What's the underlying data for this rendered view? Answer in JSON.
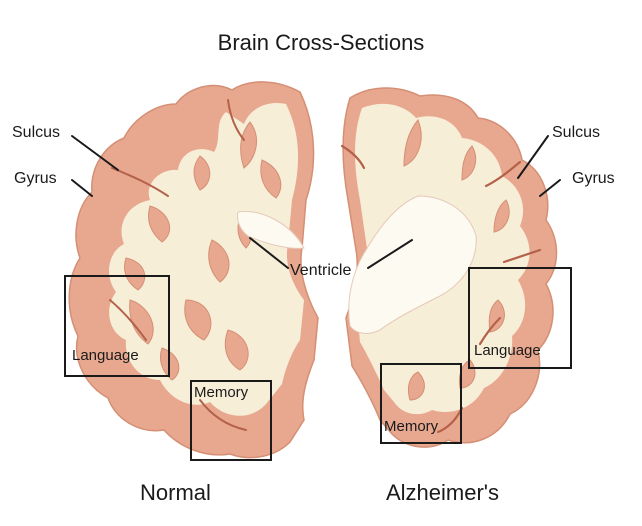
{
  "title": "Brain Cross-Sections",
  "labels": {
    "sulcus_left": "Sulcus",
    "gyrus_left": "Gyrus",
    "sulcus_right": "Sulcus",
    "gyrus_right": "Gyrus",
    "ventricle": "Ventricle",
    "language_normal": "Language",
    "memory_normal": "Memory",
    "language_alz": "Language",
    "memory_alz": "Memory"
  },
  "captions": {
    "normal": "Normal",
    "alzheimers": "Alzheimer's"
  },
  "colors": {
    "gray_matter": "#e8a88f",
    "gray_matter_dark": "#c9785e",
    "white_matter": "#f7eed8",
    "outline": "#1a1a1a"
  }
}
